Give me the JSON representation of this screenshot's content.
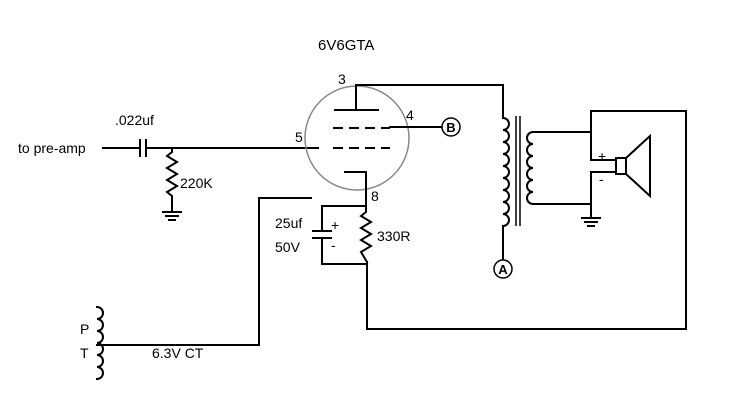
{
  "tube": {
    "type": "6V6GTA",
    "pins": {
      "plate": "3",
      "screen": "4",
      "grid": "5",
      "cathode": "8"
    }
  },
  "input": {
    "label": "to pre-amp",
    "coupling_cap": ".022uf",
    "grid_resistor": "220K"
  },
  "cathode": {
    "bypass_cap_value": "25uf",
    "bypass_cap_voltage": "50V",
    "resistor": "330R",
    "cap_plus": "+",
    "cap_minus": "-"
  },
  "nodes": {
    "a": "A",
    "b": "B"
  },
  "speaker": {
    "plus": "+",
    "minus": "-"
  },
  "power_transformer": {
    "p": "P",
    "t": "T",
    "heater": "6.3V CT"
  }
}
